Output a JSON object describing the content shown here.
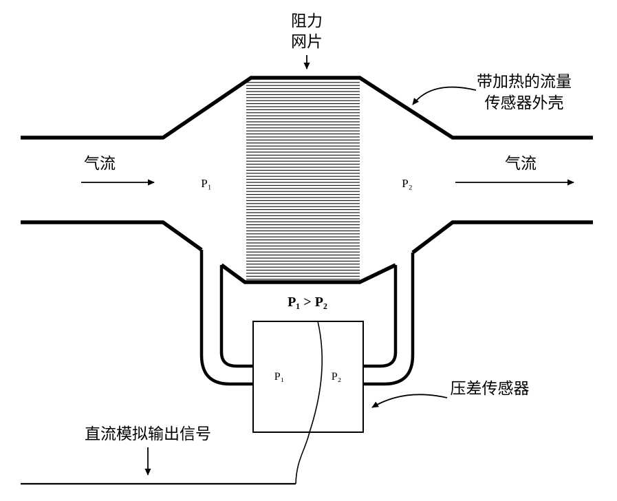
{
  "diagram": {
    "mesh_label": {
      "line1": "阻力",
      "line2": "网片"
    },
    "housing_label": {
      "line1": "带加热的流量",
      "line2": "传感器外壳"
    },
    "airflow_left": "气流",
    "airflow_right": "气流",
    "duct_p1": "P₁",
    "duct_p2": "P₂",
    "pressure_relation": "P₁ > P₂",
    "box_p1": "P₁",
    "box_p2": "P₂",
    "dp_sensor_label": "压差传感器",
    "output_label": "直流模拟输出信号",
    "colors": {
      "line": "#000000",
      "background": "#ffffff"
    }
  }
}
